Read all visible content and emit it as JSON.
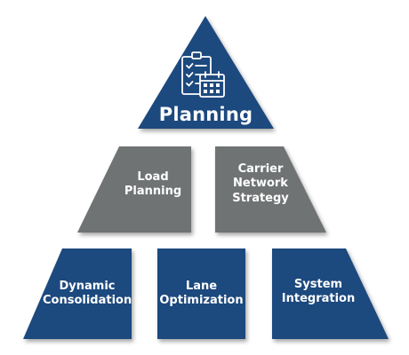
{
  "colors": {
    "navy": "#1f4a7e",
    "gray": "#707373",
    "text": "#ffffff"
  },
  "top": {
    "label": "Planning",
    "icon": "clipboard-calendar-icon"
  },
  "middle": [
    {
      "lines": [
        "Load",
        "Planning"
      ]
    },
    {
      "lines": [
        "Carrier",
        "Network",
        "Strategy"
      ]
    }
  ],
  "bottom": [
    {
      "lines": [
        "Dynamic",
        "Consolidation"
      ]
    },
    {
      "lines": [
        "Lane",
        "Optimization"
      ]
    },
    {
      "lines": [
        "System",
        "Integration"
      ]
    }
  ]
}
